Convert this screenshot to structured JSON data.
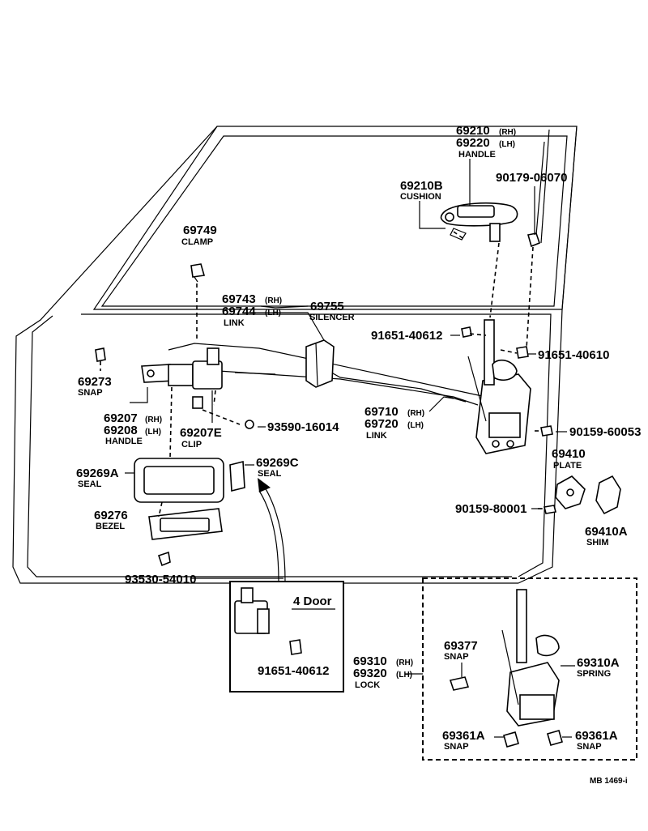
{
  "labels": {
    "handle_outer_rh": "69210",
    "handle_outer_rh_side": "(RH)",
    "handle_outer_lh": "69220",
    "handle_outer_lh_side": "(LH)",
    "handle_outer_name": "HANDLE",
    "cushion_no": "69210B",
    "cushion_name": "CUSHION",
    "bolt_90179": "90179-06070",
    "clamp_no": "69749",
    "clamp_name": "CLAMP",
    "link_rh_no": "69743",
    "link_rh_side": "(RH)",
    "link_lh_no": "69744",
    "link_lh_side": "(LH)",
    "link_name": "LINK",
    "silencer_no": "69755",
    "silencer_name": "SILENCER",
    "screw_91651_a": "91651-40612",
    "screw_91651_b": "91651-40610",
    "snap_no": "69273",
    "snap_name": "SNAP",
    "inner_handle_rh": "69207",
    "inner_handle_rh_side": "(RH)",
    "inner_handle_lh": "69208",
    "inner_handle_lh_side": "(LH)",
    "inner_handle_name": "HANDLE",
    "clip_no": "69207E",
    "clip_name": "CLIP",
    "screw_93590": "93590-16014",
    "lower_link_rh": "69710",
    "lower_link_rh_side": "(RH)",
    "lower_link_lh": "69720",
    "lower_link_lh_side": "(LH)",
    "lower_link_name": "LINK",
    "screw_90159_a": "90159-60053",
    "plate_no": "69410",
    "plate_name": "PLATE",
    "seal_a_no": "69269A",
    "seal_a_name": "SEAL",
    "seal_c_no": "69269C",
    "seal_c_name": "SEAL",
    "bezel_no": "69276",
    "bezel_name": "BEZEL",
    "screw_90159_b": "90159-80001",
    "shim_no": "69410A",
    "shim_name": "SHIM",
    "screw_93530": "93530-54010",
    "four_door": "4 Door",
    "screw_91651_c": "91651-40612",
    "lock_rh": "69310",
    "lock_rh_side": "(RH)",
    "lock_lh": "69320",
    "lock_lh_side": "(LH)",
    "lock_name": "LOCK",
    "snap_69377_no": "69377",
    "snap_69377_name": "SNAP",
    "spring_no": "69310A",
    "spring_name": "SPRING",
    "snap_69361_a_no": "69361A",
    "snap_69361_a_name": "SNAP",
    "snap_69361_b_no": "69361A",
    "snap_69361_b_name": "SNAP",
    "figure_code": "MB 1469-i"
  }
}
